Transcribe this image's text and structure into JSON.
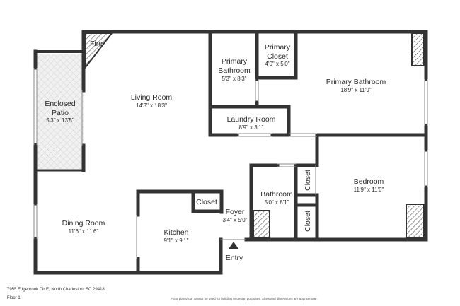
{
  "rooms": {
    "fire": {
      "name": "Fire"
    },
    "enclosed_patio": {
      "name_line1": "Enclosed",
      "name_line2": "Patio",
      "dims": "5'3\" x 13'5\""
    },
    "living_room": {
      "name": "Living Room",
      "dims": "14'3\" x 18'3\""
    },
    "primary_bath_small": {
      "name_line1": "Primary",
      "name_line2": "Bathroom",
      "dims": "5'3\" x 8'3\""
    },
    "primary_closet": {
      "name_line1": "Primary",
      "name_line2": "Closet",
      "dims": "4'0\" x 5'0\""
    },
    "primary_bathroom": {
      "name": "Primary Bathroom",
      "dims": "18'9\" x 11'9\""
    },
    "laundry_room": {
      "name": "Laundry Room",
      "dims": "8'9\" x 3'1\""
    },
    "bedroom": {
      "name": "Bedroom",
      "dims": "11'9\" x 11'6\""
    },
    "bathroom": {
      "name": "Bathroom",
      "dims": "5'0\" x 8'1\""
    },
    "closet_upper": {
      "name": "Closet"
    },
    "closet_lower": {
      "name": "Closet"
    },
    "closet_kitchen": {
      "name": "Closet"
    },
    "foyer": {
      "name": "Foyer",
      "dims": "3'4\" x 5'0\""
    },
    "kitchen": {
      "name": "Kitchen",
      "dims": "9'1\" x 9'1\""
    },
    "dining_room": {
      "name": "Dining Room",
      "dims": "11'6\" x 11'6\""
    }
  },
  "entry_label": "Entry",
  "footer": {
    "address": "7955 Edgebrook Cir E, North Charleston, SC 29418",
    "floor": "Floor 1",
    "disclaimer": "Floor plans/tour cannot be used for building or design purposes. Sizes and dimensions are approximate."
  },
  "colors": {
    "wall": "#333333",
    "patio_fill": "#efefef",
    "hatch": "#555555"
  }
}
